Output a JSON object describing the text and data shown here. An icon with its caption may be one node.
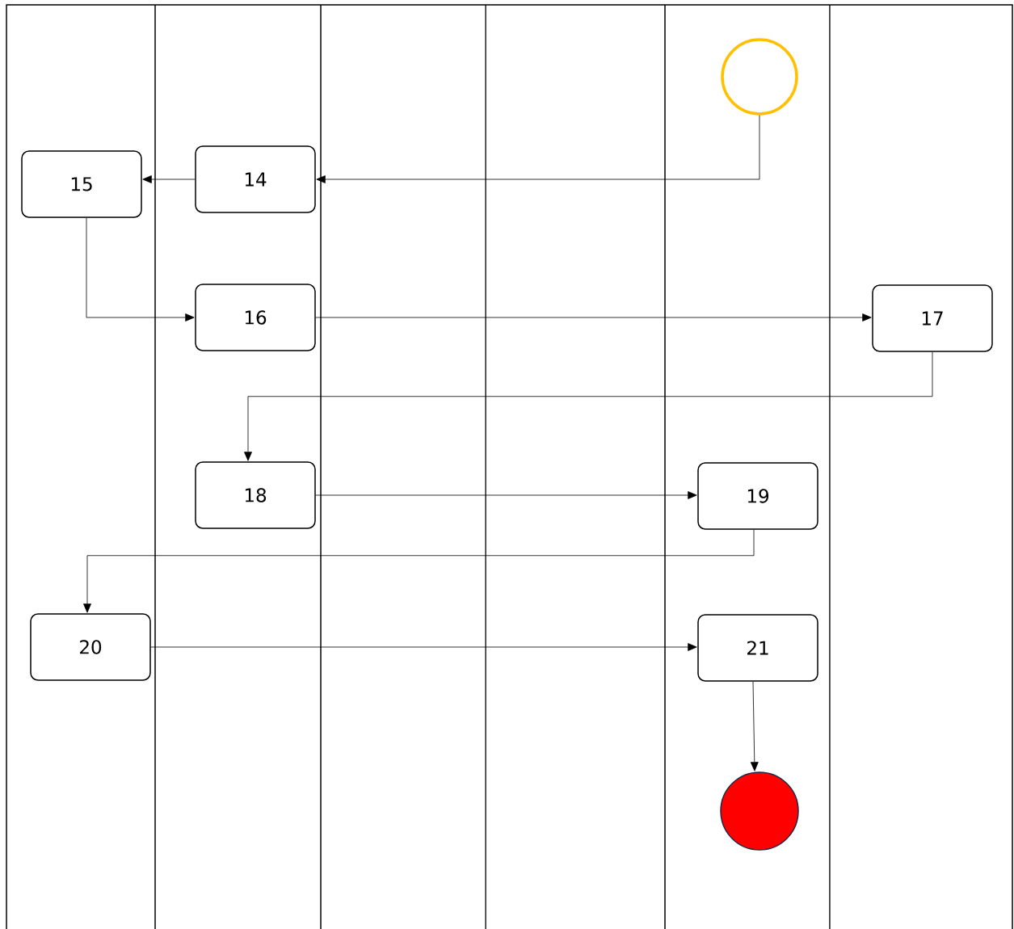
{
  "diagram": {
    "nodes": [
      {
        "text": [],
        "shape": "circle"
      },
      {
        "text": [
          "14"
        ]
      },
      {
        "text": [
          "15"
        ]
      },
      {
        "text": [
          "16"
        ]
      },
      {
        "text": [
          "17"
        ]
      },
      {
        "text": [
          "18"
        ]
      },
      {
        "text": [
          "19"
        ]
      },
      {
        "text": [
          "20"
        ]
      },
      {
        "text": [
          "21"
        ]
      },
      {
        "text": [],
        "shape": "circle"
      }
    ],
    "edges": [
      {
        "from": 0,
        "to": 1,
        "arrow": "to"
      },
      {
        "from": 1,
        "to": 2,
        "arrow": "to"
      },
      {
        "from": 2,
        "to": 3,
        "arrow": "to"
      },
      {
        "from": 3,
        "to": 4,
        "arrow": "to"
      },
      {
        "from": 4,
        "to": 5,
        "arrow": "to"
      },
      {
        "from": 5,
        "to": 6,
        "arrow": "to"
      },
      {
        "from": 6,
        "to": 7,
        "arrow": "to"
      },
      {
        "from": 7,
        "to": 8,
        "arrow": "to"
      },
      {
        "from": 8,
        "to": 9,
        "arrow": "to"
      }
    ]
  }
}
